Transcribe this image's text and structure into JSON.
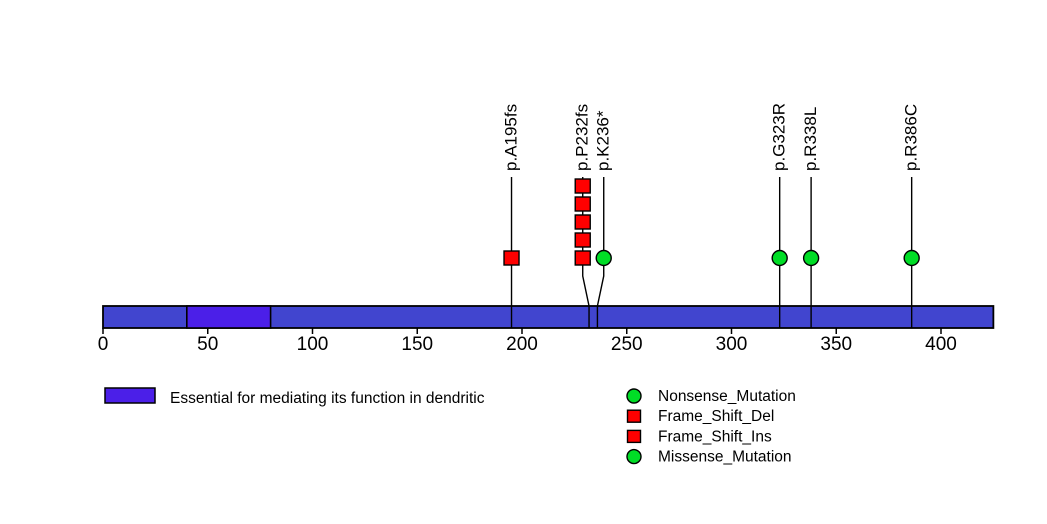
{
  "figure": {
    "background_color": "#FFFFFF",
    "chart_data": {
      "type": "lollipop",
      "title": "",
      "xlabel": "",
      "ylabel": "",
      "grid": false,
      "axis": {
        "min": 0,
        "max": 425,
        "ticks": [
          0,
          50,
          100,
          150,
          200,
          250,
          300,
          350,
          400
        ],
        "tick_labels": [
          "0",
          "50",
          "100",
          "150",
          "200",
          "250",
          "300",
          "350",
          "400"
        ]
      },
      "protein": {
        "length": 425,
        "backbone_color": "#4145CF",
        "outline_color": "#000000"
      },
      "domains": [
        {
          "label": "Essential for mediating its function in dendritic",
          "start": 40,
          "end": 80,
          "color": "#4B1FE8"
        }
      ],
      "mutations": [
        {
          "label": "p.A195fs",
          "position": 195,
          "count": 1,
          "shape": "square",
          "color": "#FF0000"
        },
        {
          "label": "p.P232fs",
          "position": 232,
          "count": 5,
          "shape": "square",
          "color": "#FF0000"
        },
        {
          "label": "p.K236*",
          "position": 236,
          "count": 1,
          "shape": "circle",
          "color": "#00DD26"
        },
        {
          "label": "p.G323R",
          "position": 323,
          "count": 1,
          "shape": "circle",
          "color": "#00DD26"
        },
        {
          "label": "p.R338L",
          "position": 338,
          "count": 1,
          "shape": "circle",
          "color": "#00DD26"
        },
        {
          "label": "p.R386C",
          "position": 386,
          "count": 1,
          "shape": "circle",
          "color": "#00DD26"
        }
      ],
      "legend_domains": [
        {
          "label": "Essential for mediating its function in dendritic",
          "swatch_color": "#4B1FE8"
        }
      ],
      "legend_mutation_types": [
        {
          "label": "Nonsense_Mutation",
          "shape": "circle",
          "color": "#00DD26"
        },
        {
          "label": "Frame_Shift_Del",
          "shape": "square",
          "color": "#FF0000"
        },
        {
          "label": "Frame_Shift_Ins",
          "shape": "square",
          "color": "#FF0000"
        },
        {
          "label": "Missense_Mutation",
          "shape": "circle",
          "color": "#00DD26"
        }
      ],
      "legend_position": "bottom"
    }
  }
}
